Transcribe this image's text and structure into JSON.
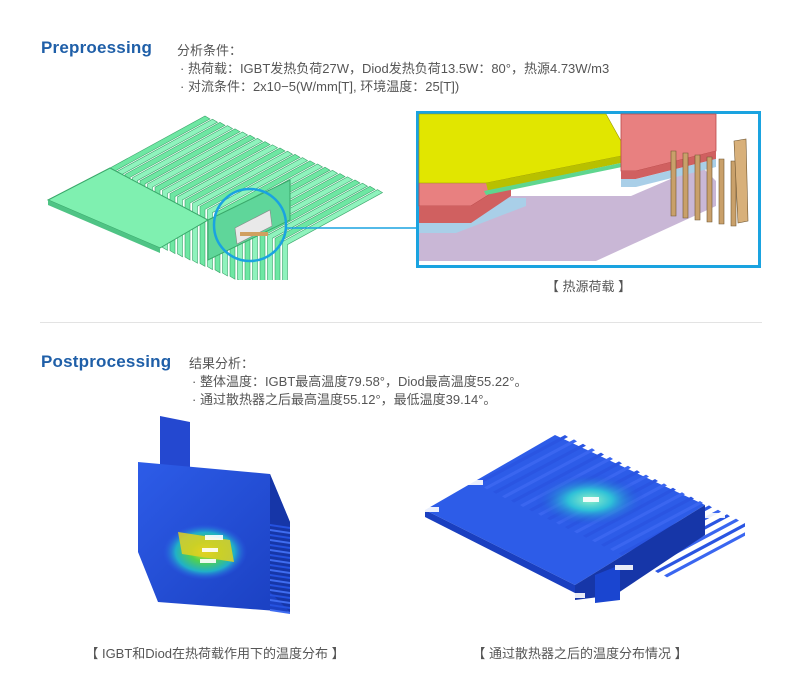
{
  "pre": {
    "title": "Preproessing",
    "label": "分析条件：",
    "lines": [
      "· 热荷载：IGBT发热负荷27W，Diod发热负荷13.5W：80°，热源4.73W/m3",
      "· 对流条件：2x10−5(W/mm[T], 环境温度：25[T])"
    ],
    "caption": "【 热源荷载 】"
  },
  "post": {
    "title": "Postprocessing",
    "label": "结果分析：",
    "lines": [
      "· 整体温度：IGBT最高温度79.58°，Diod最高温度55.22°。",
      "· 通过散热器之后最高温度55.12°，最低温度39.14°。"
    ],
    "caption_left": "【 IGBT和Diod在热荷载作用下的温度分布 】",
    "caption_right": "【 通过散热器之后的温度分布情况 】"
  },
  "colors": {
    "accent": "#1f5fa8",
    "highlight": "#1aa3e0",
    "heatsink_green": "#6ee7a3",
    "chip_yellow": "#e1e600",
    "pad_red": "#e57373",
    "base_lilac": "#c9b7d6",
    "thermal_blue": "#1f4fd6"
  }
}
